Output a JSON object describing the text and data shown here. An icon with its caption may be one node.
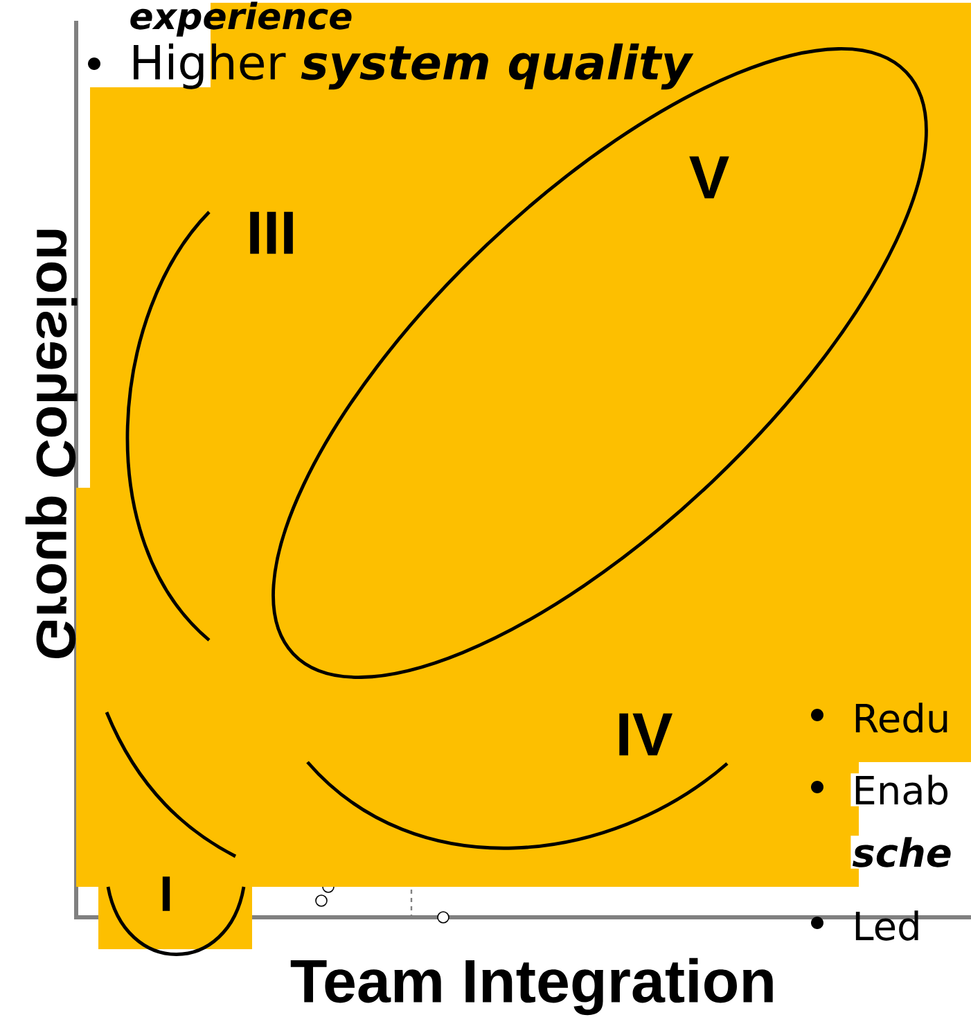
{
  "diagram": {
    "labels": [
      "experience",
      "Higher *system quality*",
      "V",
      "III",
      "Group Cohesion",
      "IV",
      "Redu",
      "Enab",
      "sche",
      "I",
      "Led",
      "Team Integration"
    ]
  }
}
